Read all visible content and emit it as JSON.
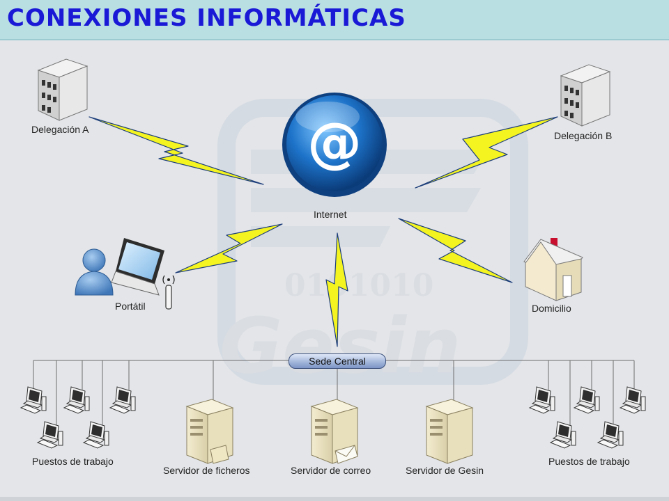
{
  "title": "CONEXIONES INFORMÁTICAS",
  "watermark": {
    "digits": "0101010",
    "word": "Gesin"
  },
  "nodes": {
    "internet": "Internet",
    "delegacion_a": "Delegación A",
    "delegacion_b": "Delegación B",
    "portatil": "Portátil",
    "domicilio": "Domicilio",
    "sede_central": "Sede Central",
    "puestos_izquierda": "Puestos  de trabajo",
    "puestos_derecha": "Puestos  de trabajo",
    "servidor_ficheros": "Servidor de ficheros",
    "servidor_correo": "Servidor de correo",
    "servidor_gesin": "Servidor de Gesin"
  },
  "colors": {
    "title": "#1a1ad6",
    "header_bg": "#b9dfe3",
    "lightning": "#f4f421",
    "globe": "#1d73c9"
  },
  "icons": [
    "building-icon",
    "at-globe-icon",
    "user-icon",
    "laptop-icon",
    "antenna-icon",
    "house-icon",
    "workstation-icon",
    "server-icon",
    "lightning-icon"
  ]
}
